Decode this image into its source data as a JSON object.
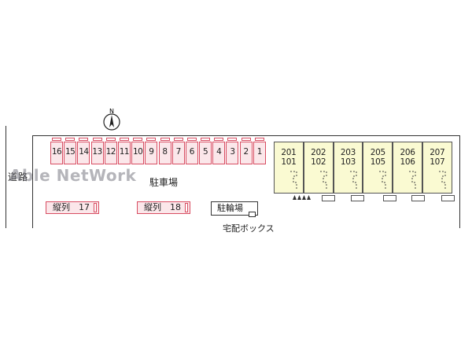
{
  "road_label": "道路",
  "compass_label": "N",
  "watermark": "Able NetWork",
  "parking_label": "駐車場",
  "slot_numbers": [
    "16",
    "15",
    "14",
    "13",
    "12",
    "11",
    "10",
    "9",
    "8",
    "7",
    "6",
    "5",
    "4",
    "3",
    "2",
    "1"
  ],
  "tandem_slots": [
    {
      "label": "縦列　17"
    },
    {
      "label": "縦列　18"
    }
  ],
  "bicycle_label": "駐輪場",
  "delivery_box_label": "宅配ボックス",
  "units": [
    {
      "upper": "201",
      "lower": "101"
    },
    {
      "upper": "202",
      "lower": "102"
    },
    {
      "upper": "203",
      "lower": "103"
    },
    {
      "upper": "205",
      "lower": "105"
    },
    {
      "upper": "206",
      "lower": "106"
    },
    {
      "upper": "207",
      "lower": "107"
    }
  ],
  "colors": {
    "parking_fill": "#fbe7ea",
    "parking_border": "#d84d62",
    "building_fill": "#fafad2"
  }
}
